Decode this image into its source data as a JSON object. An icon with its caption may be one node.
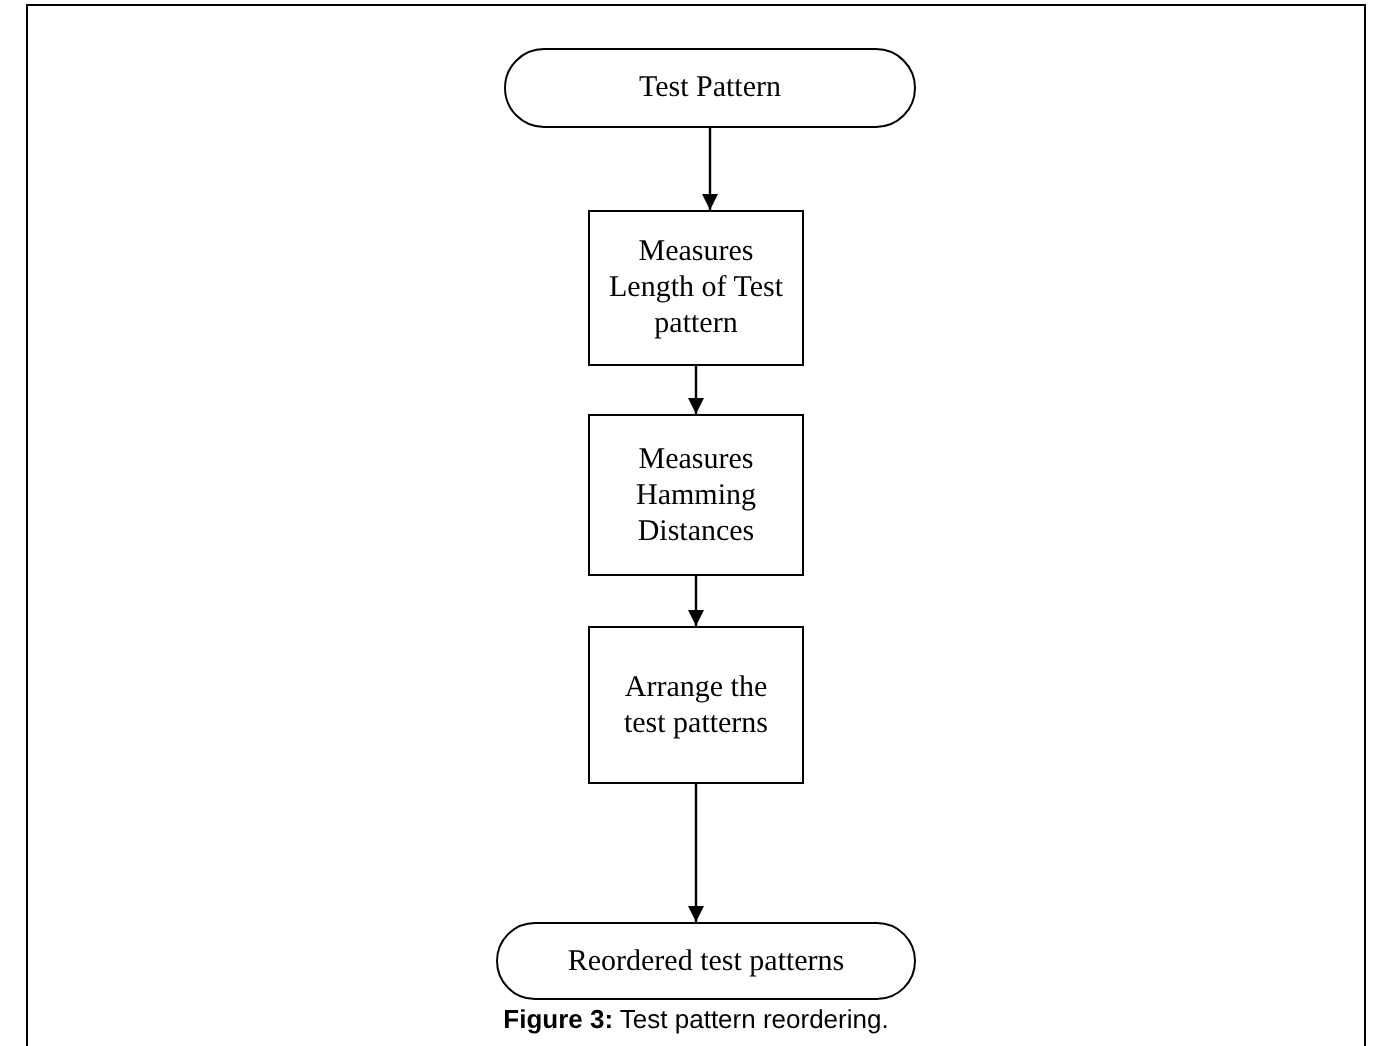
{
  "diagram": {
    "caption": "**Figure 3:** Test pattern reordering.",
    "nodes": [
      {
        "text": [
          "Test Pattern"
        ]
      },
      {
        "text": [
          "Measures Length of Test pattern"
        ]
      },
      {
        "text": [
          "Measures Hamming Distances"
        ]
      },
      {
        "text": [
          "Arrange the test patterns"
        ]
      },
      {
        "text": [
          "Reordered test patterns"
        ]
      }
    ],
    "edges": [
      {
        "from": 0,
        "to": 1,
        "arrow": "to"
      },
      {
        "from": 1,
        "to": 2,
        "arrow": "to"
      },
      {
        "from": 2,
        "to": 3,
        "arrow": "to"
      },
      {
        "from": 3,
        "to": 4,
        "arrow": "to"
      }
    ]
  }
}
